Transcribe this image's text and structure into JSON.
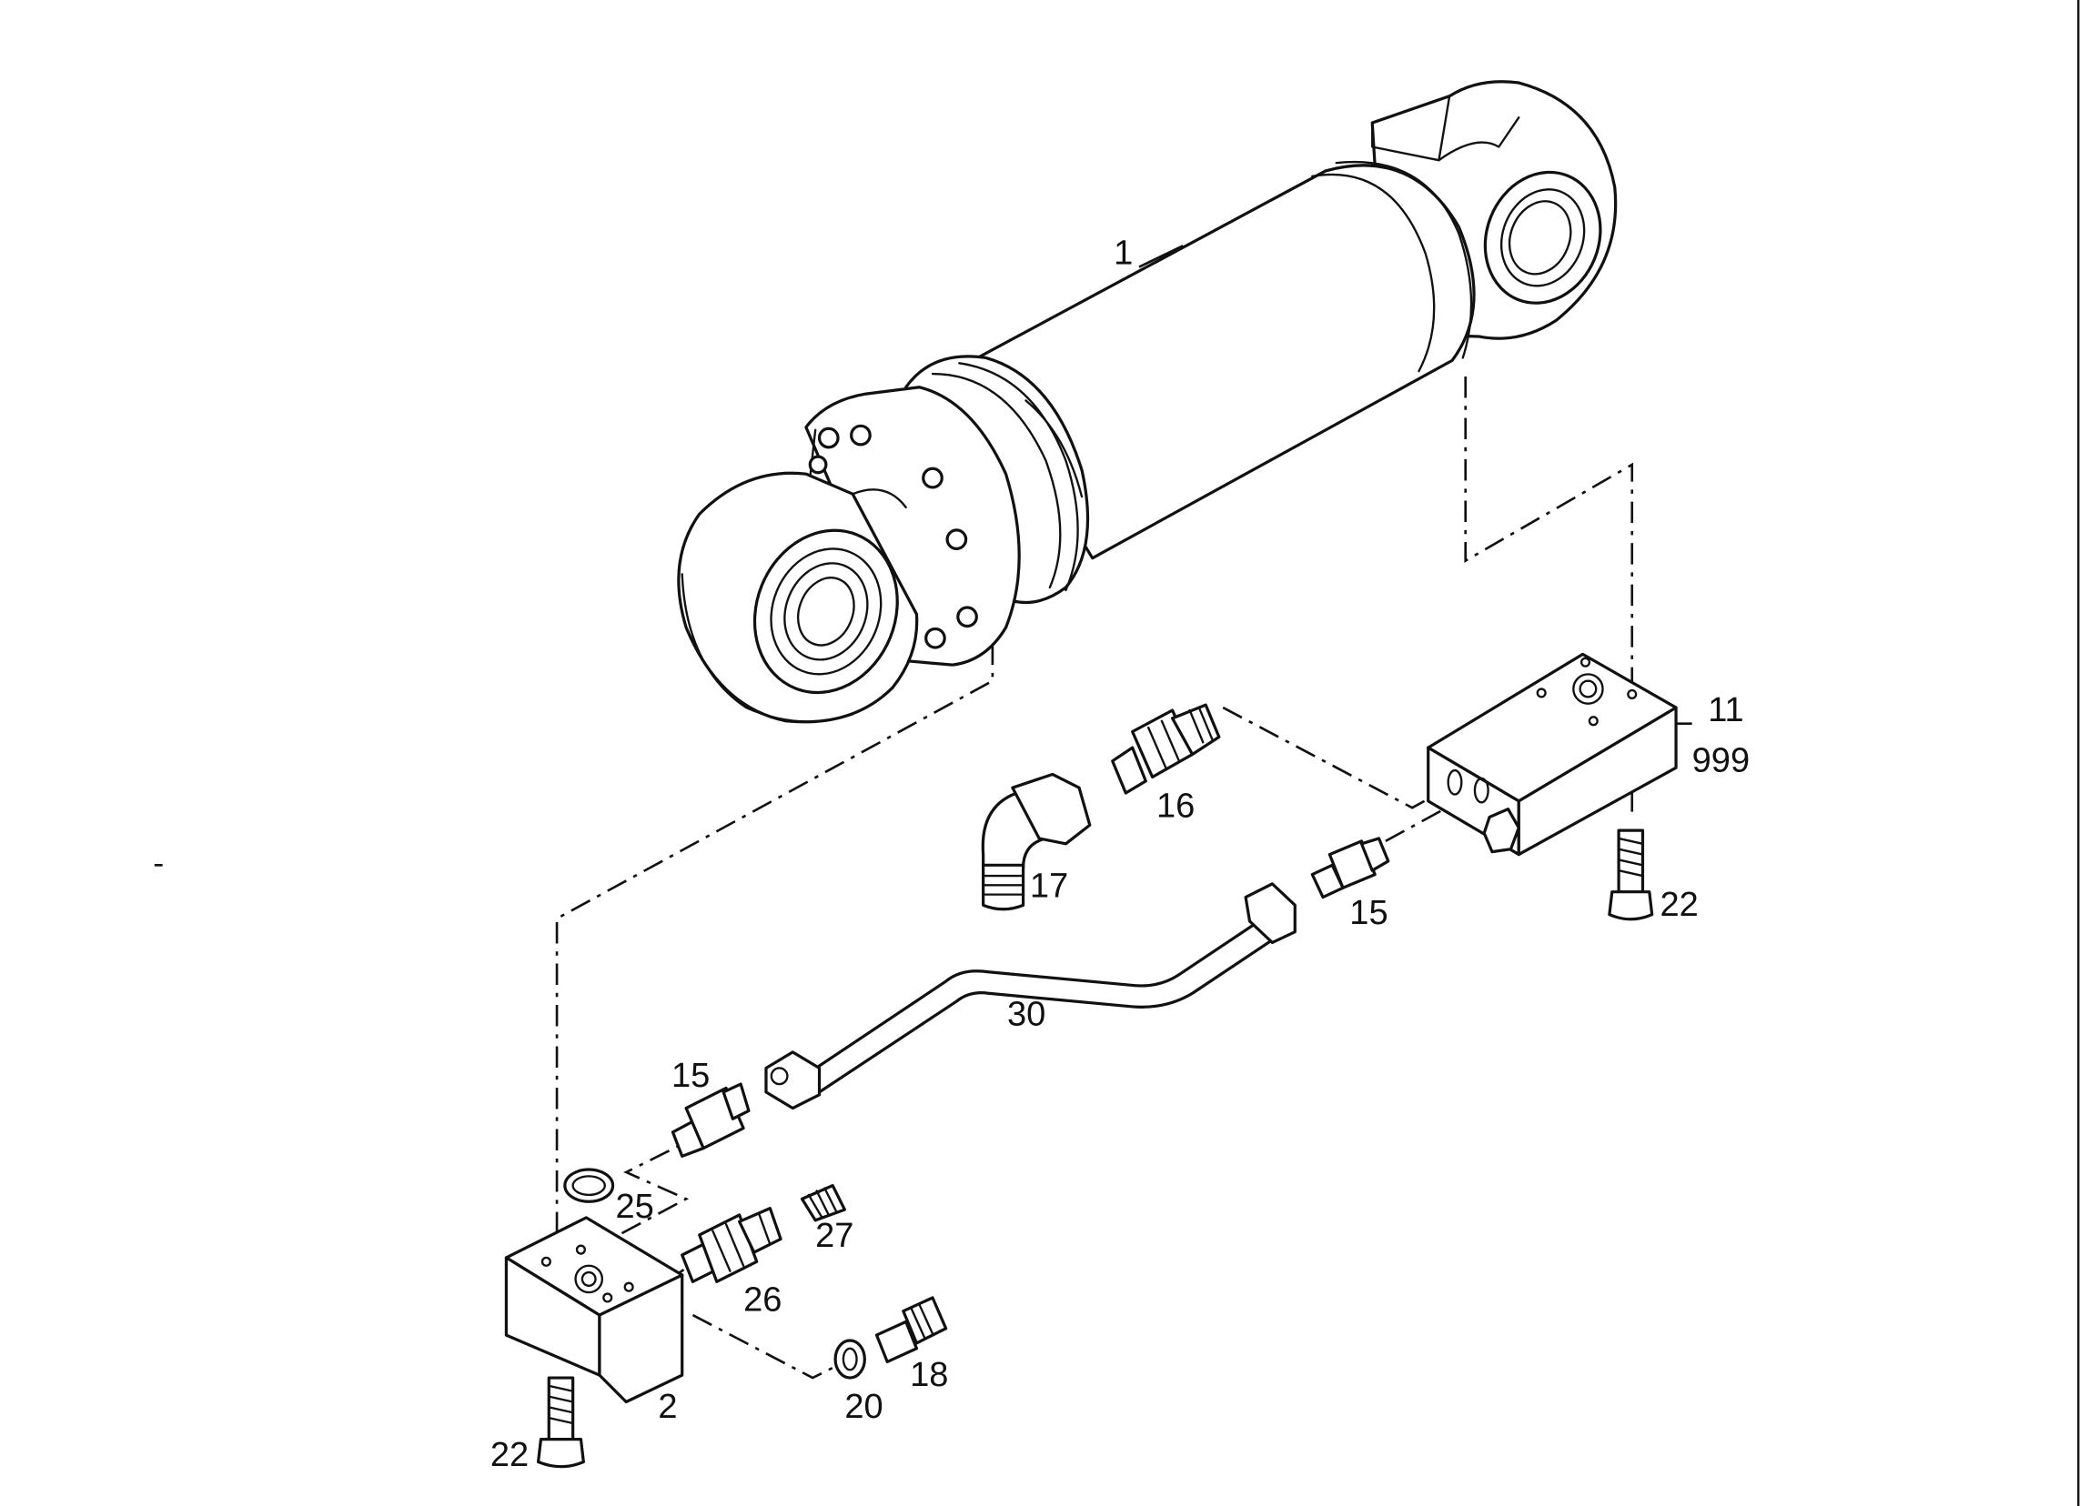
{
  "diagram": {
    "labels": {
      "cylinder": "1",
      "block_lower": "2",
      "block_upper_a": "11",
      "block_upper_b": "999",
      "fitting_16": "16",
      "elbow_17": "17",
      "fitting_15_top": "15",
      "fitting_15_bottom": "15",
      "tube_30": "30",
      "bolt_22_right": "22",
      "bolt_22_left": "22",
      "oring_25": "25",
      "fitting_26": "26",
      "plug_27": "27",
      "washer_20": "20",
      "plug_18": "18"
    }
  }
}
